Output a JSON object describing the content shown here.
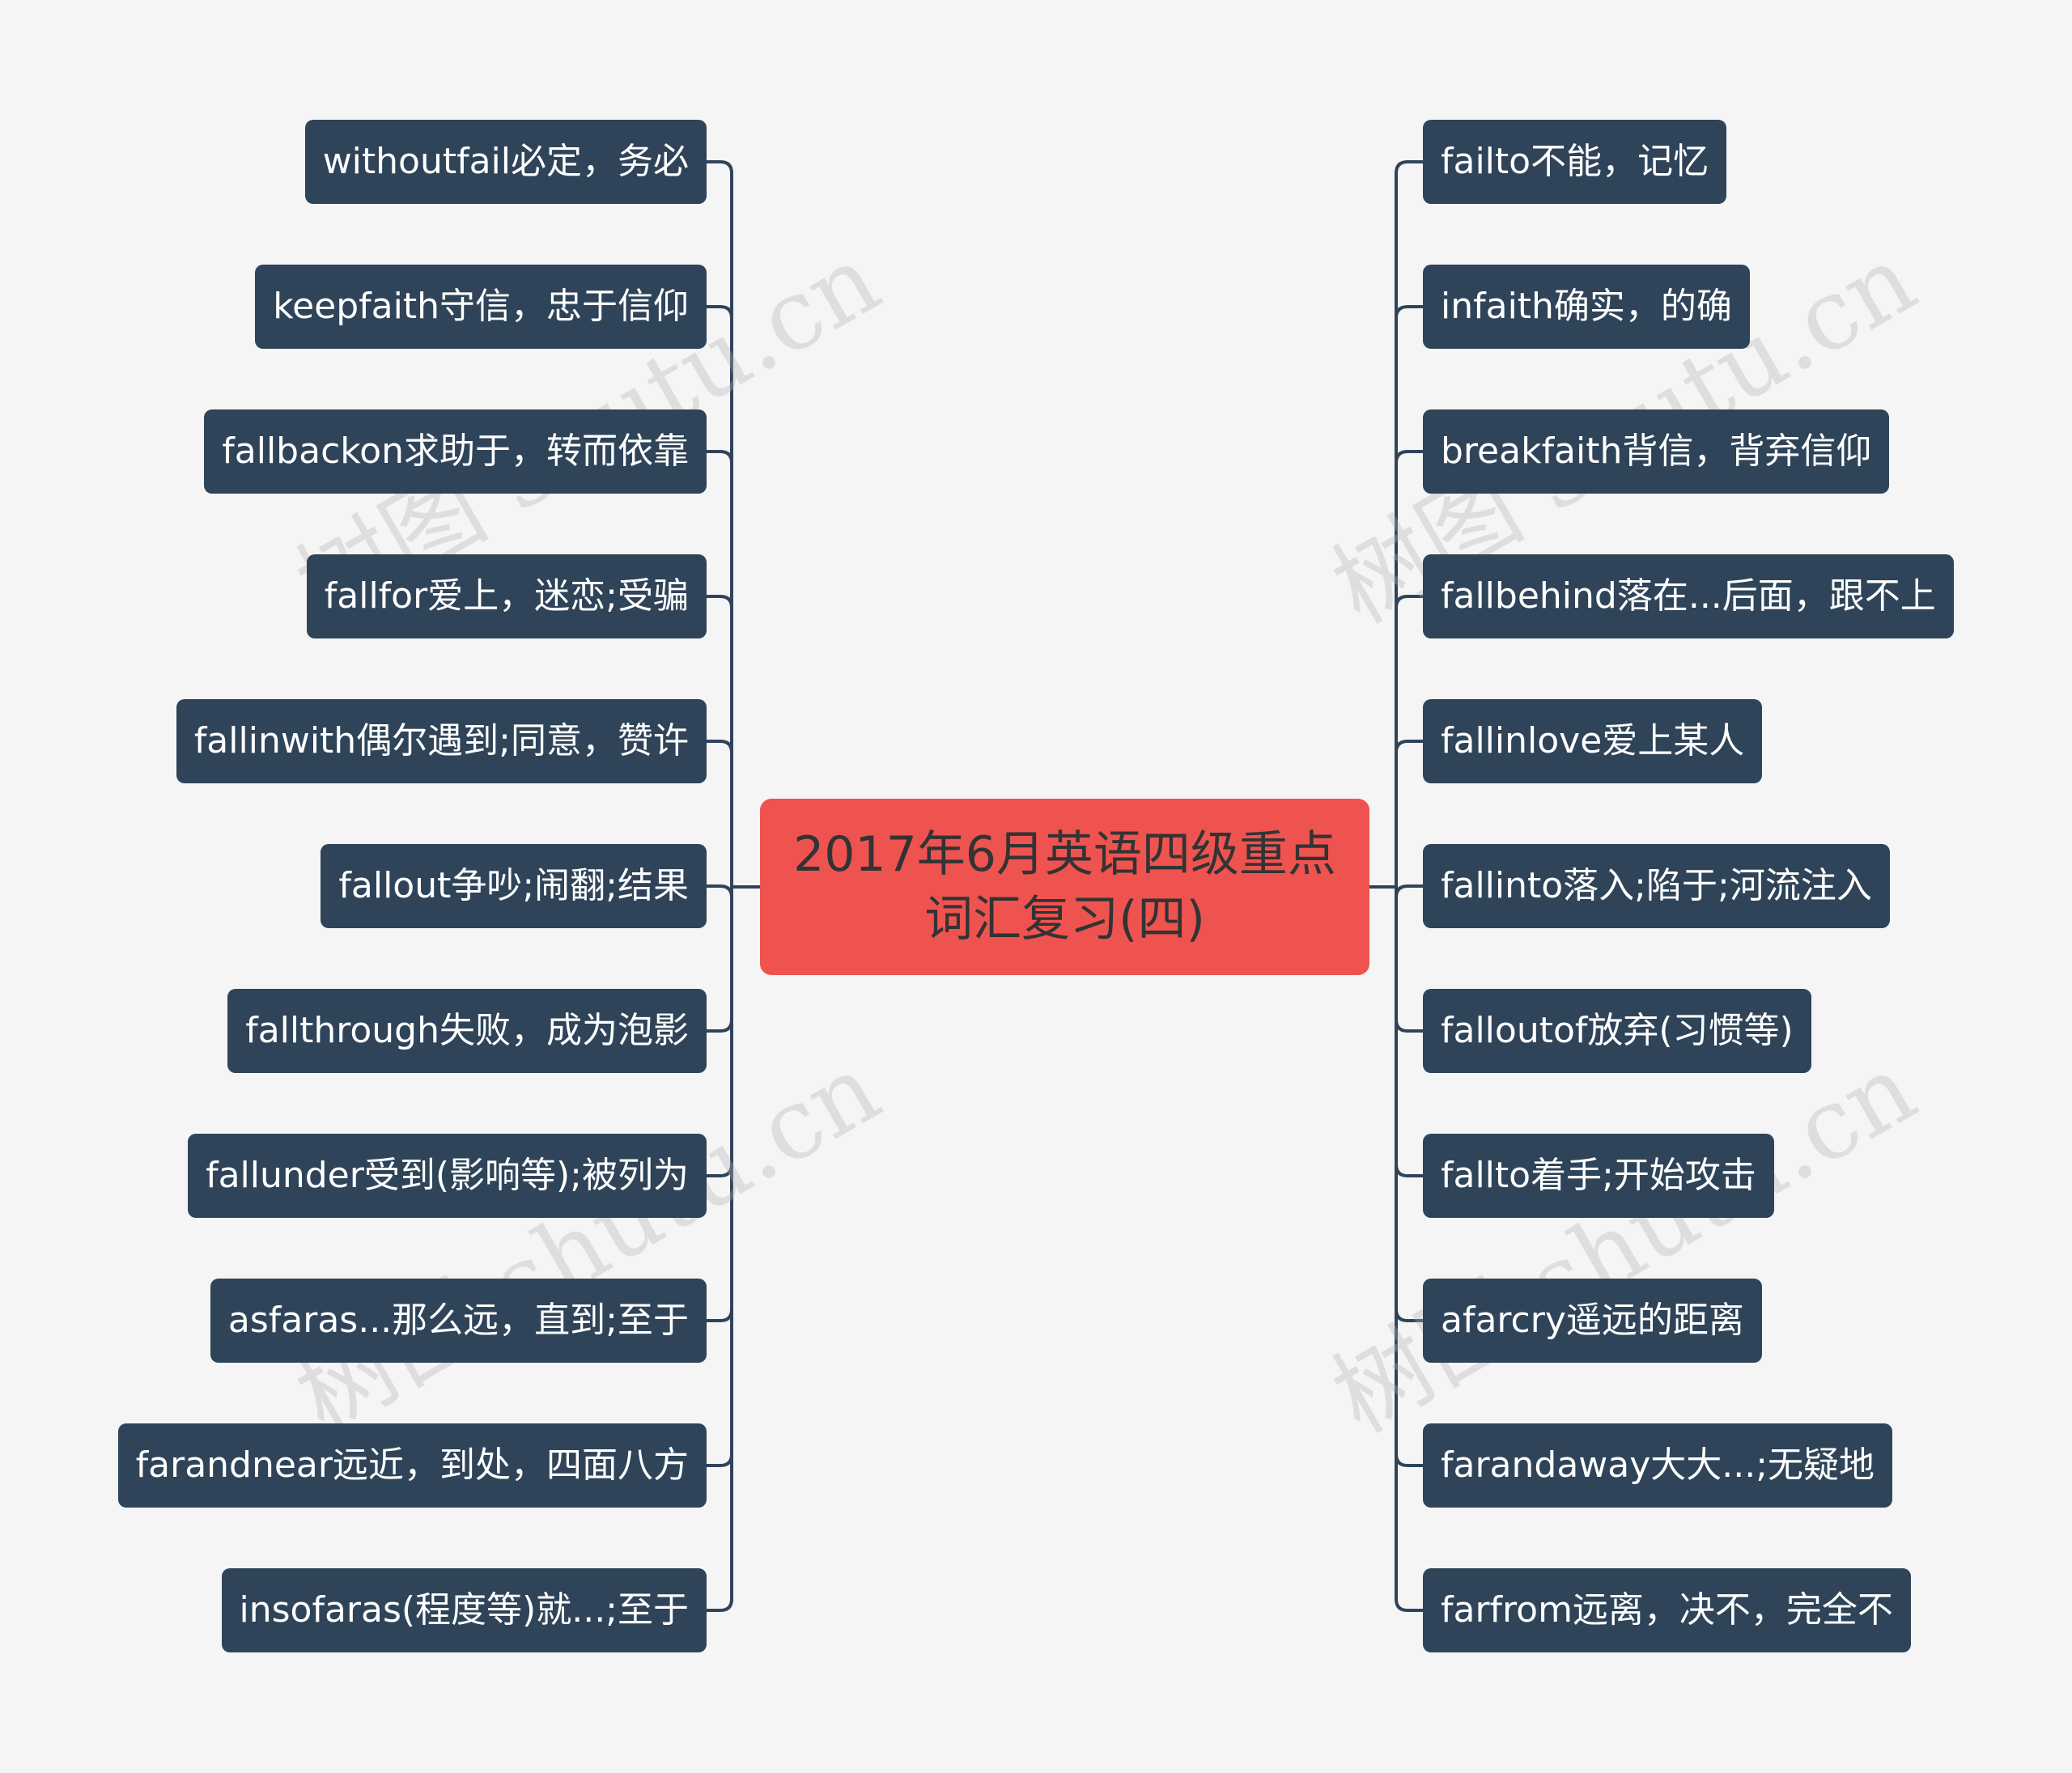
{
  "center": {
    "title": "2017年6月英语四级重点词汇复习(四)"
  },
  "colors": {
    "background": "#f5f5f5",
    "node": "#2f4459",
    "center": "#ef5350",
    "line": "#2f4459"
  },
  "left_nodes": [
    "withoutfail必定，务必",
    "keepfaith守信，忠于信仰",
    "fallbackon求助于，转而依靠",
    "fallfor爱上，迷恋;受骗",
    "fallinwith偶尔遇到;同意，赞许",
    "fallout争吵;闹翻;结果",
    "fallthrough失败，成为泡影",
    "fallunder受到(影响等);被列为",
    "asfaras...那么远，直到;至于",
    "farandnear远近，到处，四面八方",
    "insofaras(程度等)就...;至于"
  ],
  "right_nodes": [
    "failto不能，记忆",
    "infaith确实，的确",
    "breakfaith背信，背弃信仰",
    "fallbehind落在...后面，跟不上",
    "fallinlove爱上某人",
    "fallinto落入;陷于;河流注入",
    "falloutof放弃(习惯等)",
    "fallto着手;开始攻击",
    "afarcry遥远的距离",
    "farandaway大大...;无疑地",
    "farfrom远离，决不，完全不"
  ],
  "watermarks": [
    "树图 shutu.cn",
    "树图 shutu.cn",
    "树图 shutu.cn",
    "树图 shutu.cn"
  ]
}
